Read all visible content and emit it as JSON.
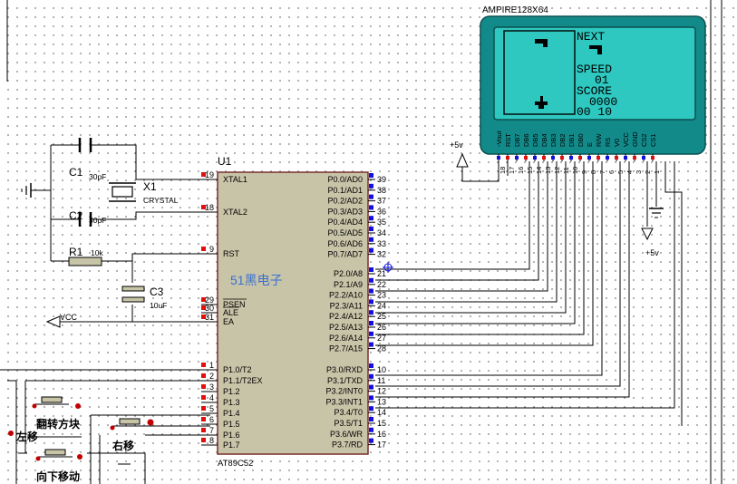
{
  "lcd": {
    "model": "AMPIRE128X64",
    "next_label": "NEXT",
    "speed_label": "SPEED",
    "speed_value": "01",
    "score_label": "SCORE",
    "score_value": "0000",
    "line_value": "00 10",
    "pins": [
      {
        "name": "-Vout",
        "num": "18"
      },
      {
        "name": "RST",
        "num": "17"
      },
      {
        "name": "DB7",
        "num": "16"
      },
      {
        "name": "DB6",
        "num": "15"
      },
      {
        "name": "DB5",
        "num": "14"
      },
      {
        "name": "DB4",
        "num": "13"
      },
      {
        "name": "DB3",
        "num": "12"
      },
      {
        "name": "DB2",
        "num": "11"
      },
      {
        "name": "DB1",
        "num": "10"
      },
      {
        "name": "DB0",
        "num": "9"
      },
      {
        "name": "E",
        "num": "8"
      },
      {
        "name": "R/W",
        "num": "7"
      },
      {
        "name": "RS",
        "num": "6"
      },
      {
        "name": "V0",
        "num": "5"
      },
      {
        "name": "VCC",
        "num": "4"
      },
      {
        "name": "GND",
        "num": "3"
      },
      {
        "name": "CS2",
        "num": "2"
      },
      {
        "name": "CS1",
        "num": "1"
      }
    ]
  },
  "mcu": {
    "ref": "U1",
    "part": "AT89C52",
    "left_pins": [
      {
        "name": "XTAL1",
        "num": "19"
      },
      {
        "name": "XTAL2",
        "num": "18"
      },
      {
        "name": "RST",
        "num": "9"
      },
      {
        "name": "PSEN",
        "num": "29"
      },
      {
        "name": "ALE",
        "num": "30"
      },
      {
        "name": "EA",
        "num": "31"
      },
      {
        "name": "P1.0/T2",
        "num": "1"
      },
      {
        "name": "P1.1/T2EX",
        "num": "2"
      },
      {
        "name": "P1.2",
        "num": "3"
      },
      {
        "name": "P1.3",
        "num": "4"
      },
      {
        "name": "P1.4",
        "num": "5"
      },
      {
        "name": "P1.5",
        "num": "6"
      },
      {
        "name": "P1.6",
        "num": "7"
      },
      {
        "name": "P1.7",
        "num": "8"
      }
    ],
    "right_pins": [
      {
        "name": "P0.0/AD0",
        "num": "39"
      },
      {
        "name": "P0.1/AD1",
        "num": "38"
      },
      {
        "name": "P0.2/AD2",
        "num": "37"
      },
      {
        "name": "P0.3/AD3",
        "num": "36"
      },
      {
        "name": "P0.4/AD4",
        "num": "35"
      },
      {
        "name": "P0.5/AD5",
        "num": "34"
      },
      {
        "name": "P0.6/AD6",
        "num": "33"
      },
      {
        "name": "P0.7/AD7",
        "num": "32"
      },
      {
        "name": "P2.0/A8",
        "num": "21"
      },
      {
        "name": "P2.1/A9",
        "num": "22"
      },
      {
        "name": "P2.2/A10",
        "num": "23"
      },
      {
        "name": "P2.3/A11",
        "num": "24"
      },
      {
        "name": "P2.4/A12",
        "num": "25"
      },
      {
        "name": "P2.5/A13",
        "num": "26"
      },
      {
        "name": "P2.6/A14",
        "num": "27"
      },
      {
        "name": "P2.7/A15",
        "num": "28"
      },
      {
        "name": "P3.0/RXD",
        "num": "10"
      },
      {
        "name": "P3.1/TXD",
        "num": "11"
      },
      {
        "name": "P3.2/INT0",
        "num": "12"
      },
      {
        "name": "P3.3/INT1",
        "num": "13"
      },
      {
        "name": "P3.4/T0",
        "num": "14"
      },
      {
        "name": "P3.5/T1",
        "num": "15"
      },
      {
        "name": "P3.6/WR",
        "num": "16"
      },
      {
        "name": "P3.7/RD",
        "num": "17"
      }
    ]
  },
  "parts": {
    "c1_ref": "C1",
    "c1_val": "30pF",
    "c2_ref": "C2",
    "c2_val": "30pF",
    "x1_ref": "X1",
    "x1_val": "CRYSTAL",
    "r1_ref": "R1",
    "r1_val": "10k",
    "c3_ref": "C3",
    "c3_val": "10uF",
    "vcc_label": "VCC",
    "plus5v_a": "+5v",
    "plus5v_b": "+5v"
  },
  "watermark": "51黑电子",
  "buttons": {
    "rotate": "翻转方块",
    "left": "左移",
    "right": "右移",
    "down": "向下移动"
  },
  "colors": {
    "lcd_body": "#138a8a",
    "lcd_screen": "#2ec8c0",
    "chip_fill": "#c8c4a8",
    "wire": "#000000",
    "pin_red": "#e01010",
    "pin_blue": "#1010e0"
  }
}
